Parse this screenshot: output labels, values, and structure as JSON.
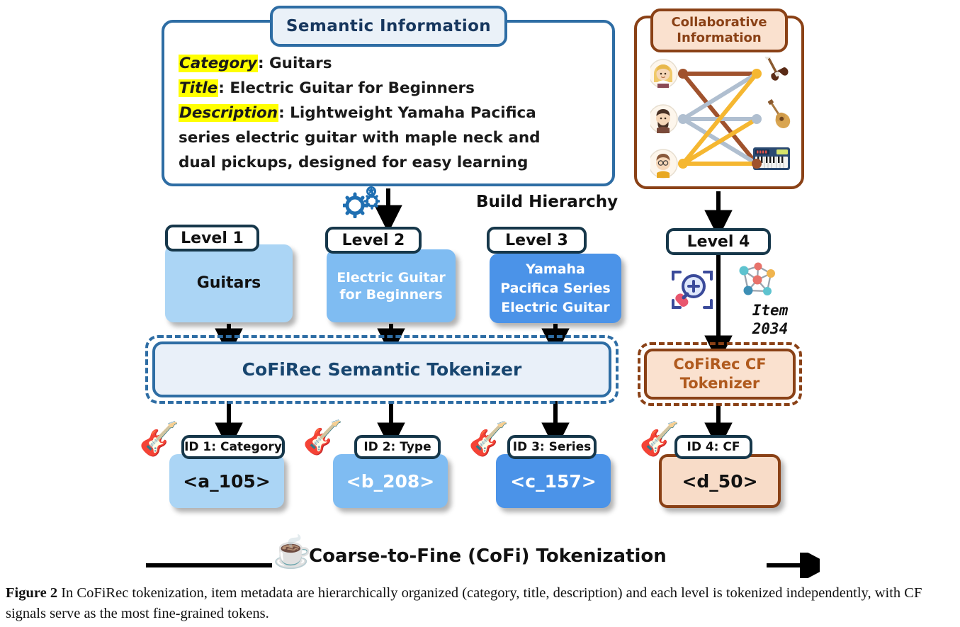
{
  "semantic_panel": {
    "title": "Semantic  Information",
    "fields": [
      {
        "label": "Category",
        "value": ": Guitars"
      },
      {
        "label": "Title",
        "value": ": Electric Guitar for Beginners"
      },
      {
        "label": "Description",
        "value": ": Lightweight Yamaha Pacifica"
      }
    ],
    "description_line2": "series electric guitar with maple neck and",
    "description_line3": "dual pickups, designed for easy learning",
    "highlight_color": "#ffff00",
    "border_color": "#2e6da4"
  },
  "collaborative_panel": {
    "title": "Collaborative\nInformation",
    "title_line1": "Collaborative",
    "title_line2": "Information",
    "border_color": "#8a4116",
    "fill_color": "#fae1cf",
    "graph": {
      "users": [
        "user-avatar-woman",
        "user-avatar-man-beard",
        "user-avatar-man-glasses"
      ],
      "items": [
        "electric-guitar",
        "acoustic-guitar",
        "keyboard"
      ],
      "edge_colors": [
        "#a0522d",
        "#b0bfd0",
        "#f5b731"
      ]
    }
  },
  "build_hierarchy": {
    "label": "Build Hierarchy",
    "icon": "gears-code-icon"
  },
  "levels": [
    {
      "pill": "Level 1",
      "text": "Guitars",
      "color": "#abd5f5",
      "text_color": "#111111"
    },
    {
      "pill": "Level 2",
      "text": "Electric Guitar\nfor Beginners",
      "line1": "Electric Guitar",
      "line2": "for Beginners",
      "color": "#7fbcf2",
      "text_color": "#ffffff"
    },
    {
      "pill": "Level 3",
      "text": "Yamaha\nPacifica Series\nElectric Guitar",
      "line1": "Yamaha",
      "line2": "Pacifica Series",
      "line3": "Electric Guitar",
      "color": "#4b93e8",
      "text_color": "#ffffff"
    },
    {
      "pill": "Level 4",
      "text": "",
      "color": "#ffffff",
      "text_color": "#111111"
    }
  ],
  "level4_extras": {
    "magnifier_icon": "magnifier-plus-icon",
    "network_icon": "network-graph-icon",
    "item_label_line1": "Item",
    "item_label_line2": "2034"
  },
  "tokenizers": {
    "semantic": {
      "label": "CoFiRec Semantic Tokenizer",
      "fill": "#e9f0f9",
      "border": "#2e6da4"
    },
    "cf": {
      "label_line1": "CoFiRec CF",
      "label_line2": "Tokenizer",
      "fill": "#fae1cf",
      "border": "#8a4116"
    }
  },
  "tokens": [
    {
      "pill": "ID 1: Category",
      "value": "<a_105>",
      "color": "#abd5f5",
      "text_color": "#111111",
      "icon": "red-electric-guitar"
    },
    {
      "pill": "ID 2: Type",
      "value": "<b_208>",
      "color": "#7fbcf2",
      "text_color": "#ffffff",
      "icon": "flying-v-guitar"
    },
    {
      "pill": "ID 3: Series",
      "value": "<c_157>",
      "color": "#4b93e8",
      "text_color": "#ffffff",
      "icon": "orange-guitar"
    },
    {
      "pill": "ID 4: CF",
      "value": "<d_50>",
      "color": "#f8dcc8",
      "text_color": "#111111",
      "icon": "red-stratocaster"
    }
  ],
  "bottom_banner": {
    "label": "Coarse-to-Fine (CoFi) Tokenization",
    "icon": "hot-beverage-icon"
  },
  "caption": {
    "figure_label": "Figure 2",
    "text": "In CoFiRec tokenization, item metadata are hierarchically organized (category, title, description) and each level is tokenized independently, with CF signals serve as the most fine-grained tokens."
  }
}
